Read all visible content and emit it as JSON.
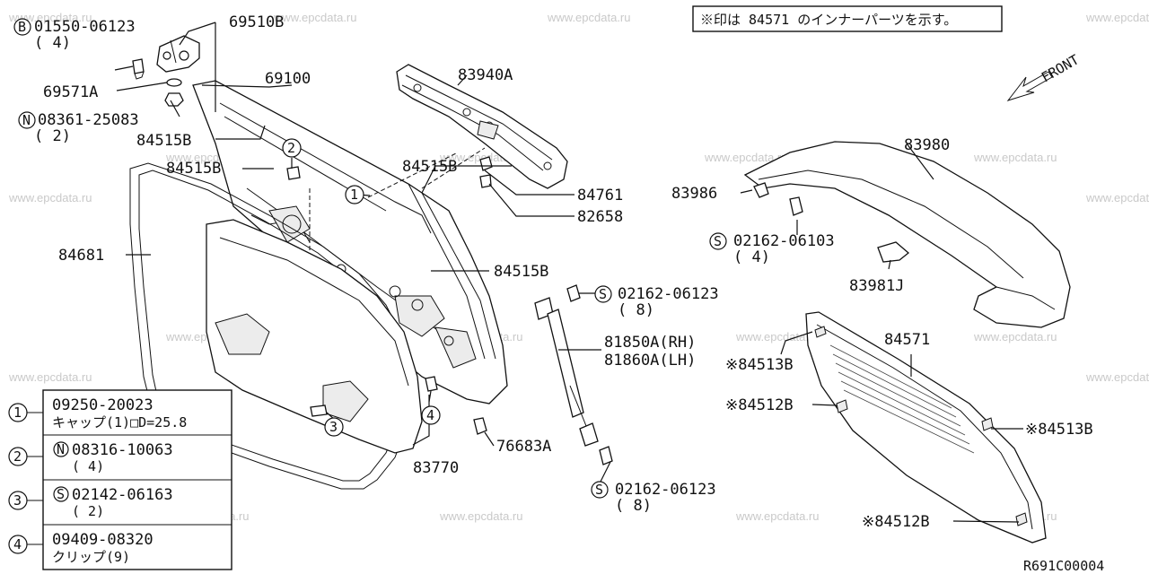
{
  "watermark": "www.epcdata.ru",
  "figure_code": "R691C00004",
  "note": "※印は 84571 のインナーパーツを示す。",
  "front_label": "FRONT",
  "callouts": {
    "c01550": "01550-06123",
    "c01550_qty": "( 4)",
    "c69510b": "69510B",
    "c69571a": "69571A",
    "c08361": "08361-25083",
    "c08361_qty": "( 2)",
    "c84515b_1": "84515B",
    "c84515b_2": "84515B",
    "c84515b_3": "84515B",
    "c84515b_4": "84515B",
    "c69100": "69100",
    "c83940a": "83940A",
    "c84761": "84761",
    "c82658": "82658",
    "c84681": "84681",
    "c83770": "83770",
    "c76683a": "76683A",
    "c02162_a": "02162-06123",
    "c02162_a_qty": "( 8)",
    "c02162_b": "02162-06123",
    "c02162_b_qty": "( 8)",
    "c81850a": "81850A(RH)",
    "c81860a": "81860A(LH)",
    "c83980": "83980",
    "c83986": "83986",
    "c02162_06103": "02162-06103",
    "c02162_06103_qty": "( 4)",
    "c83981j": "83981J",
    "c84571": "84571",
    "c84513b_1": "※84513B",
    "c84512b_1": "※84512B",
    "c84513b_2": "※84513B",
    "c84512b_2": "※84512B"
  },
  "markers": {
    "m1": "1",
    "m2": "2",
    "m3": "3",
    "m4": "4",
    "s": "S",
    "n": "N",
    "b": "B"
  },
  "legend": [
    {
      "num": "1",
      "line1": "09250-20023",
      "line2": "キャップ(1)□D=25.8"
    },
    {
      "num": "2",
      "prefix": "N",
      "line1": "08316-10063",
      "line2": "( 4)"
    },
    {
      "num": "3",
      "prefix": "S",
      "line1": "02142-06163",
      "line2": "( 2)"
    },
    {
      "num": "4",
      "line1": "09409-08320",
      "line2": "クリップ(9)"
    }
  ]
}
